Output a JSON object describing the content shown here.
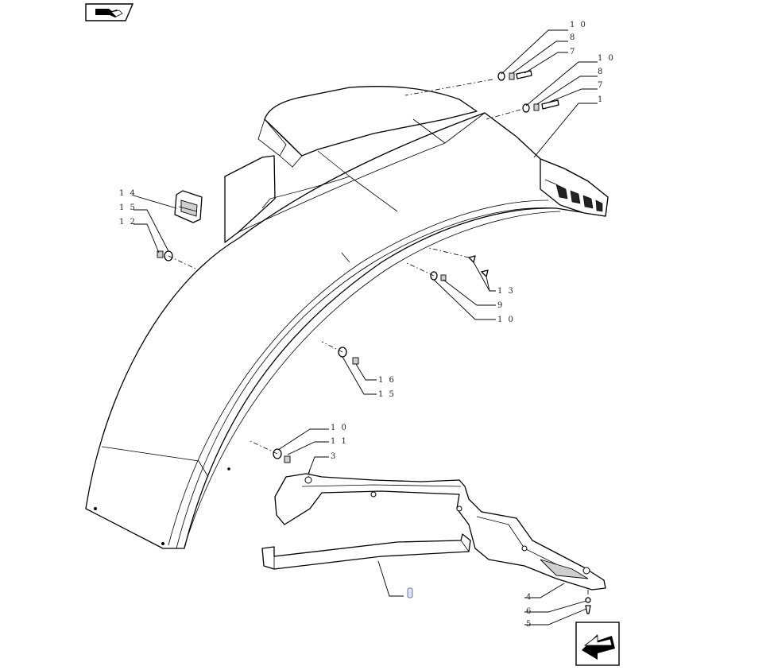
{
  "diagram": {
    "callouts": [
      {
        "id": "c-10a",
        "text": "1 0"
      },
      {
        "id": "c-8a",
        "text": "8"
      },
      {
        "id": "c-7a",
        "text": "7"
      },
      {
        "id": "c-10b",
        "text": "1 0"
      },
      {
        "id": "c-8b",
        "text": "8"
      },
      {
        "id": "c-7b",
        "text": "7"
      },
      {
        "id": "c-1",
        "text": "1"
      },
      {
        "id": "c-14",
        "text": "1 4"
      },
      {
        "id": "c-15a",
        "text": "1 5"
      },
      {
        "id": "c-12",
        "text": "1 2"
      },
      {
        "id": "c-13",
        "text": "1 3"
      },
      {
        "id": "c-9",
        "text": "9"
      },
      {
        "id": "c-10c",
        "text": "1 0"
      },
      {
        "id": "c-16",
        "text": "1 6"
      },
      {
        "id": "c-15b",
        "text": "1 5"
      },
      {
        "id": "c-10d",
        "text": "1 0"
      },
      {
        "id": "c-11",
        "text": "1 1"
      },
      {
        "id": "c-3",
        "text": "3"
      },
      {
        "id": "c-4",
        "text": "4"
      },
      {
        "id": "c-6",
        "text": "6"
      },
      {
        "id": "c-5",
        "text": "5"
      }
    ],
    "icons": {
      "top_left": "book-arrow-icon",
      "bottom_right": "next-page-arrow-icon"
    }
  }
}
